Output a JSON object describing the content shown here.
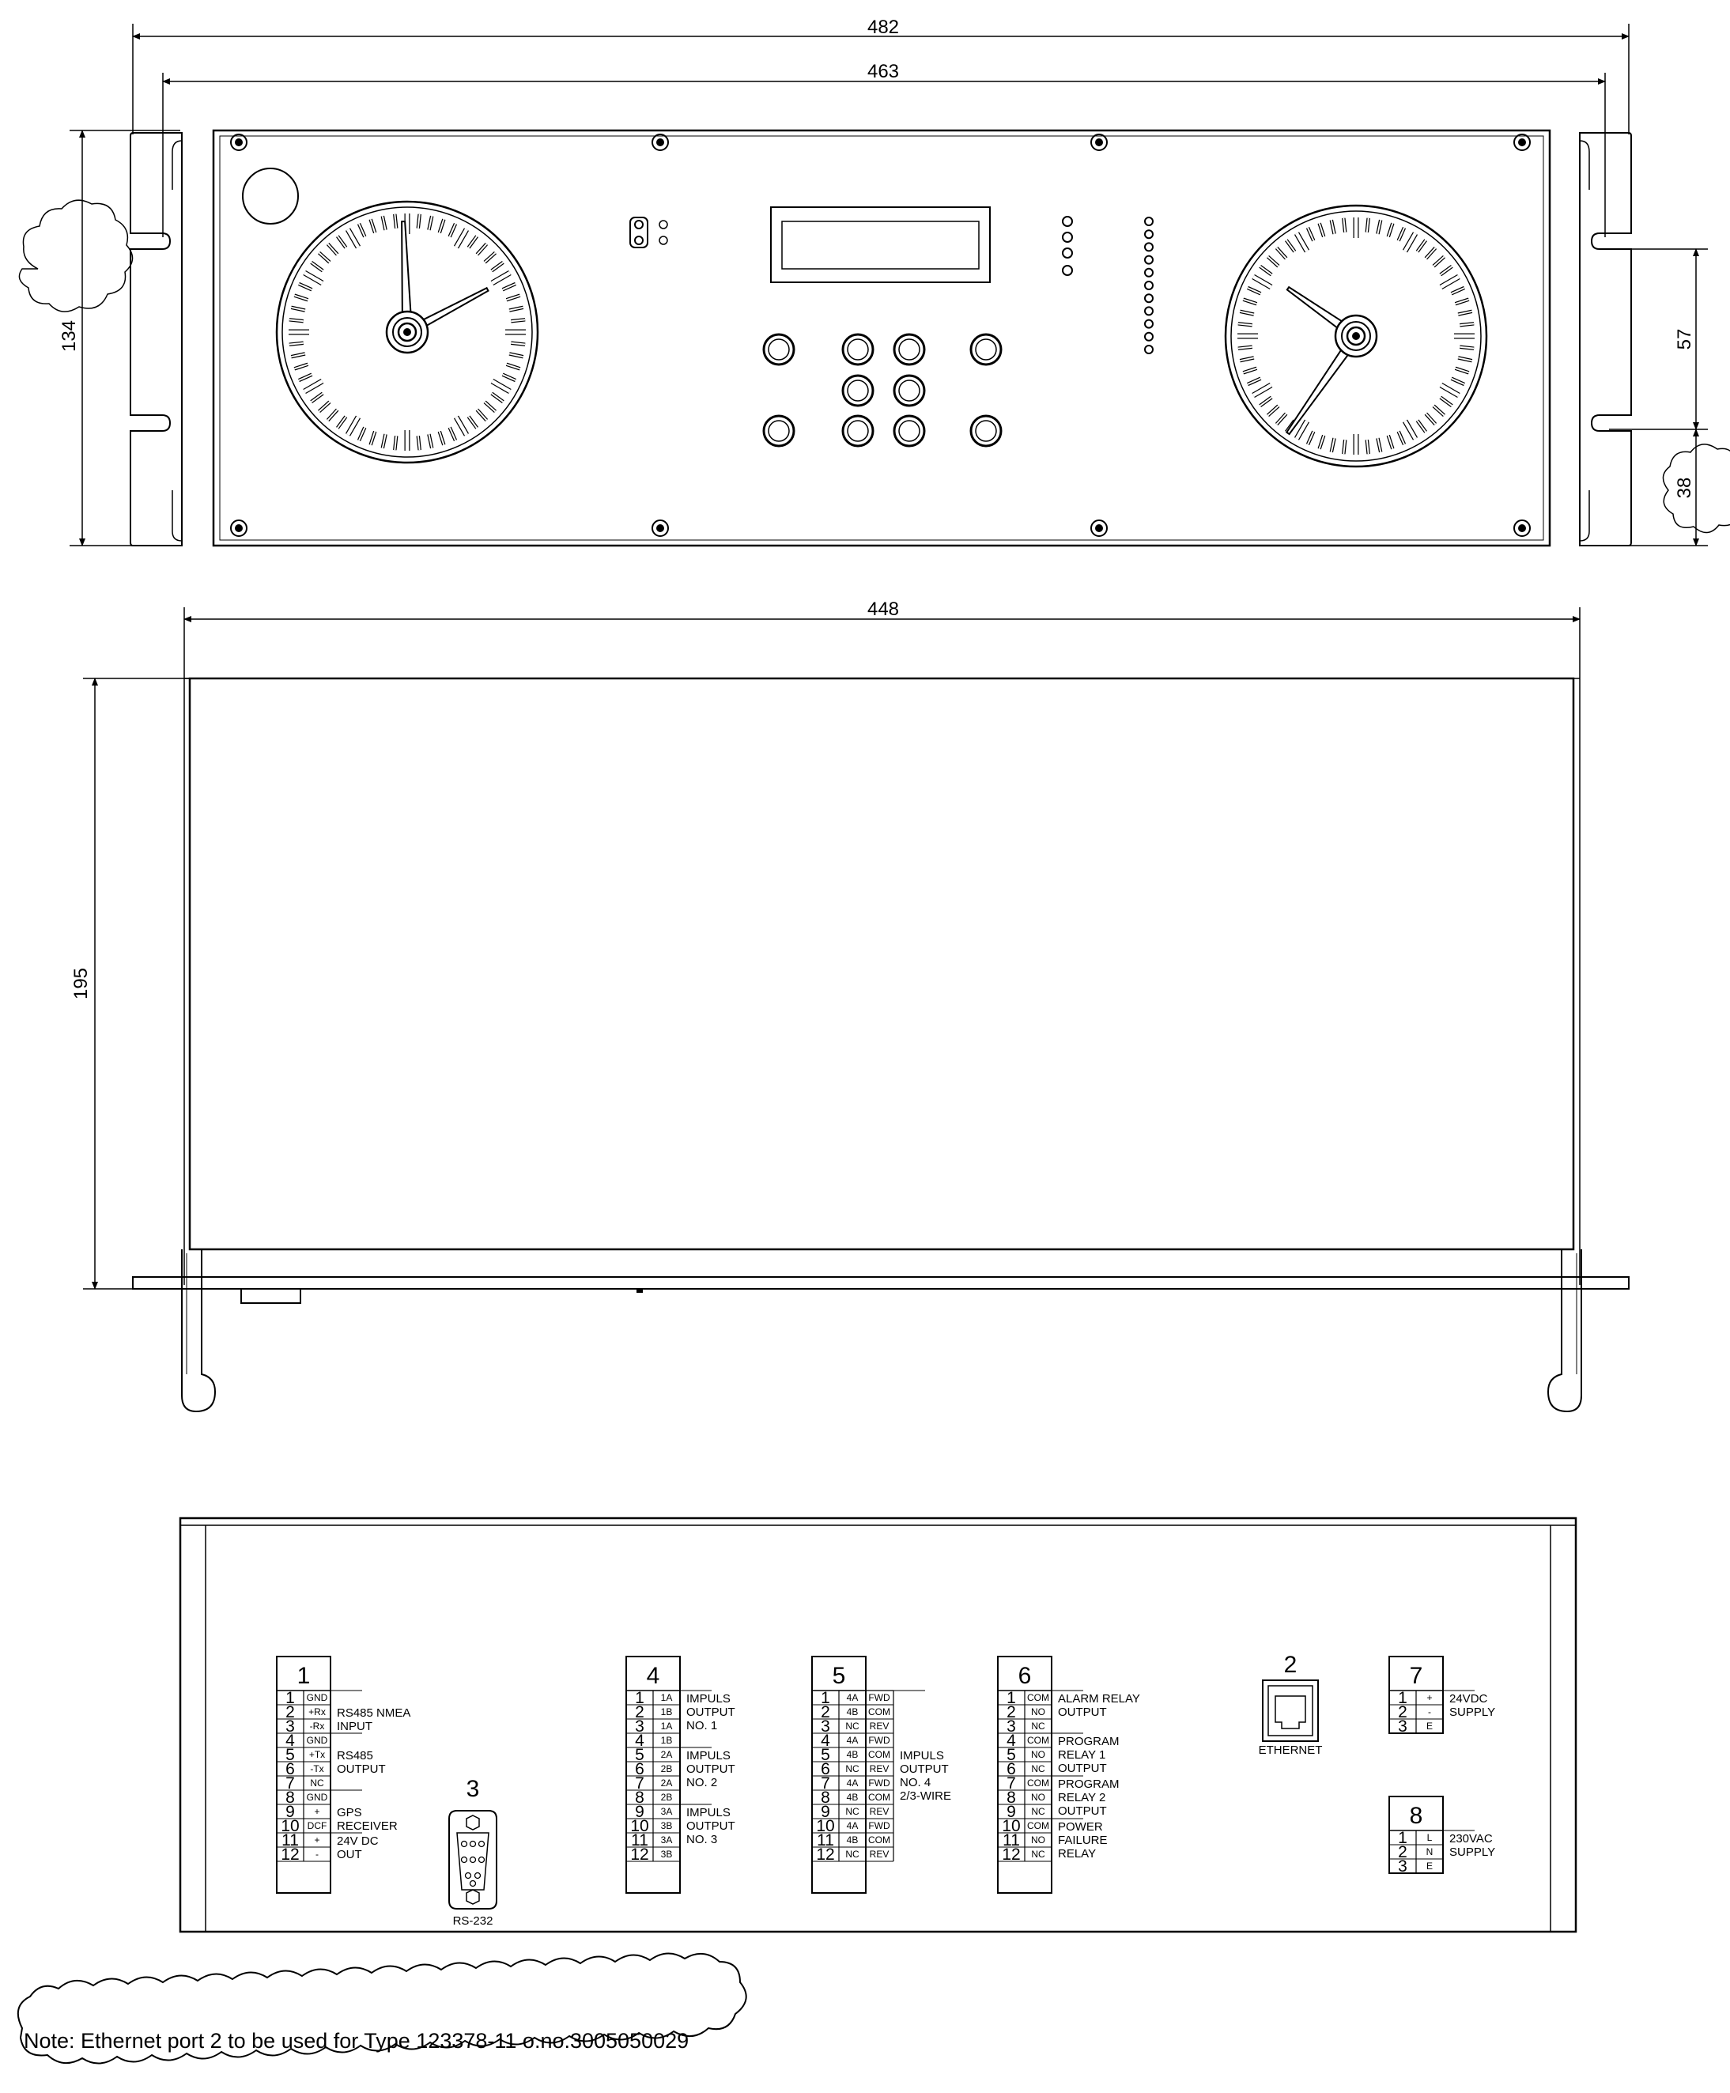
{
  "dimensions": {
    "width_overall": "482",
    "width_panel": "463",
    "height": "134",
    "hole_spacing": "57",
    "hole_offset": "38",
    "depth_width": "448",
    "depth": "195"
  },
  "terminals": [
    {
      "number": "1",
      "pins": [
        {
          "n": "1",
          "s": "GND"
        },
        {
          "n": "2",
          "s": "+Rx"
        },
        {
          "n": "3",
          "s": "-Rx"
        },
        {
          "n": "4",
          "s": "GND"
        },
        {
          "n": "5",
          "s": "+Tx"
        },
        {
          "n": "6",
          "s": "-Tx"
        },
        {
          "n": "7",
          "s": "NC"
        },
        {
          "n": "8",
          "s": "GND"
        },
        {
          "n": "9",
          "s": "+"
        },
        {
          "n": "10",
          "s": "DCF"
        },
        {
          "n": "11",
          "s": "+"
        },
        {
          "n": "12",
          "s": "-"
        }
      ],
      "labels": [
        {
          "pin": 2,
          "lines": [
            "RS485 NMEA",
            "INPUT"
          ]
        },
        {
          "pin": 5,
          "lines": [
            "RS485",
            "OUTPUT"
          ]
        },
        {
          "pin": 9,
          "lines": [
            "GPS",
            "RECEIVER"
          ]
        },
        {
          "pin": 11,
          "lines": [
            "24V DC",
            "OUT"
          ]
        }
      ],
      "seps": [
        4,
        8,
        11
      ]
    },
    {
      "number": "4",
      "pins": [
        {
          "n": "1",
          "s": "1A"
        },
        {
          "n": "2",
          "s": "1B"
        },
        {
          "n": "3",
          "s": "1A"
        },
        {
          "n": "4",
          "s": "1B"
        },
        {
          "n": "5",
          "s": "2A"
        },
        {
          "n": "6",
          "s": "2B"
        },
        {
          "n": "7",
          "s": "2A"
        },
        {
          "n": "8",
          "s": "2B"
        },
        {
          "n": "9",
          "s": "3A"
        },
        {
          "n": "10",
          "s": "3B"
        },
        {
          "n": "11",
          "s": "3A"
        },
        {
          "n": "12",
          "s": "3B"
        }
      ],
      "labels": [
        {
          "pin": 1,
          "lines": [
            "IMPULS",
            "OUTPUT",
            "NO. 1"
          ]
        },
        {
          "pin": 5,
          "lines": [
            "IMPULS",
            "OUTPUT",
            "NO. 2"
          ]
        },
        {
          "pin": 9,
          "lines": [
            "IMPULS",
            "OUTPUT",
            "NO. 3"
          ]
        }
      ],
      "seps": [
        5,
        9
      ]
    },
    {
      "number": "5",
      "pins": [
        {
          "n": "1",
          "s": "4A",
          "t": "FWD"
        },
        {
          "n": "2",
          "s": "4B",
          "t": "COM"
        },
        {
          "n": "3",
          "s": "NC",
          "t": "REV"
        },
        {
          "n": "4",
          "s": "4A",
          "t": "FWD"
        },
        {
          "n": "5",
          "s": "4B",
          "t": "COM"
        },
        {
          "n": "6",
          "s": "NC",
          "t": "REV"
        },
        {
          "n": "7",
          "s": "4A",
          "t": "FWD"
        },
        {
          "n": "8",
          "s": "4B",
          "t": "COM"
        },
        {
          "n": "9",
          "s": "NC",
          "t": "REV"
        },
        {
          "n": "10",
          "s": "4A",
          "t": "FWD"
        },
        {
          "n": "11",
          "s": "4B",
          "t": "COM"
        },
        {
          "n": "12",
          "s": "NC",
          "t": "REV"
        }
      ],
      "labels": [
        {
          "pin": 5,
          "lines": [
            "IMPULS",
            "OUTPUT",
            "NO. 4",
            "2/3-WIRE"
          ]
        }
      ],
      "seps": []
    },
    {
      "number": "6",
      "pins": [
        {
          "n": "1",
          "s": "COM"
        },
        {
          "n": "2",
          "s": "NO"
        },
        {
          "n": "3",
          "s": "NC"
        },
        {
          "n": "4",
          "s": "COM"
        },
        {
          "n": "5",
          "s": "NO"
        },
        {
          "n": "6",
          "s": "NC"
        },
        {
          "n": "7",
          "s": "COM"
        },
        {
          "n": "8",
          "s": "NO"
        },
        {
          "n": "9",
          "s": "NC"
        },
        {
          "n": "10",
          "s": "COM"
        },
        {
          "n": "11",
          "s": "NO"
        },
        {
          "n": "12",
          "s": "NC"
        }
      ],
      "labels": [
        {
          "pin": 1,
          "lines": [
            "ALARM RELAY",
            "OUTPUT"
          ]
        },
        {
          "pin": 4,
          "lines": [
            "PROGRAM",
            "RELAY 1",
            "OUTPUT"
          ]
        },
        {
          "pin": 7,
          "lines": [
            "PROGRAM",
            "RELAY 2",
            "OUTPUT"
          ]
        },
        {
          "pin": 10,
          "lines": [
            "POWER",
            "FAILURE",
            "RELAY"
          ]
        }
      ],
      "seps": [
        4,
        7,
        10
      ]
    },
    {
      "number": "7",
      "pins": [
        {
          "n": "1",
          "s": "+"
        },
        {
          "n": "2",
          "s": "-"
        },
        {
          "n": "3",
          "s": "E"
        }
      ],
      "labels": [
        {
          "pin": 1,
          "lines": [
            "24VDC",
            "SUPPLY"
          ]
        }
      ],
      "seps": []
    },
    {
      "number": "8",
      "pins": [
        {
          "n": "1",
          "s": "L"
        },
        {
          "n": "2",
          "s": "N"
        },
        {
          "n": "3",
          "s": "E"
        }
      ],
      "labels": [
        {
          "pin": 1,
          "lines": [
            "230VAC",
            "SUPPLY"
          ]
        }
      ],
      "seps": []
    }
  ],
  "ports": {
    "serial": {
      "number": "3",
      "label": "RS-232"
    },
    "ethernet": {
      "number": "2",
      "label": "ETHERNET"
    }
  },
  "note": "Note: Ethernet port 2 to be used for Type 123378-11 o.no.3005050029"
}
